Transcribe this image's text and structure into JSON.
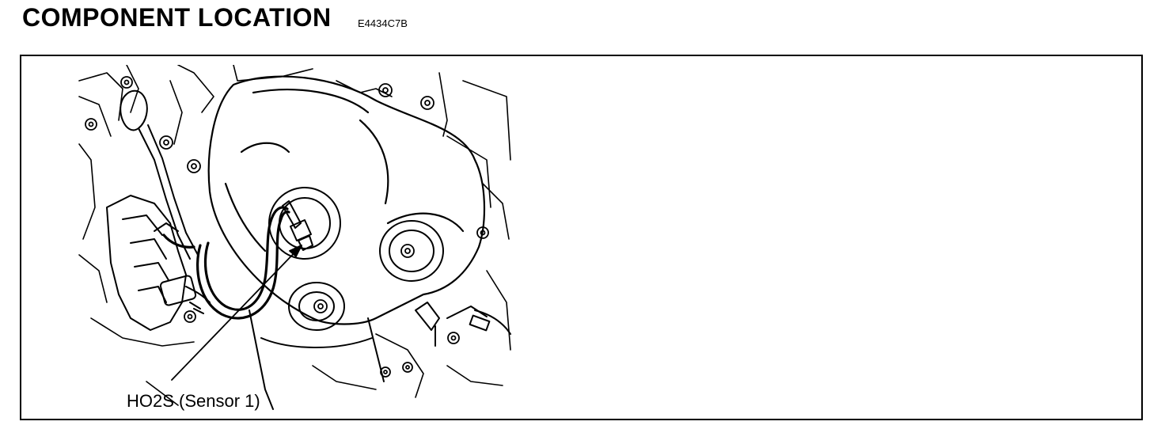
{
  "header": {
    "title": "COMPONENT LOCATION",
    "code": "E4434C7B"
  },
  "diagram": {
    "callout_label": "HO2S (Sensor 1)"
  }
}
